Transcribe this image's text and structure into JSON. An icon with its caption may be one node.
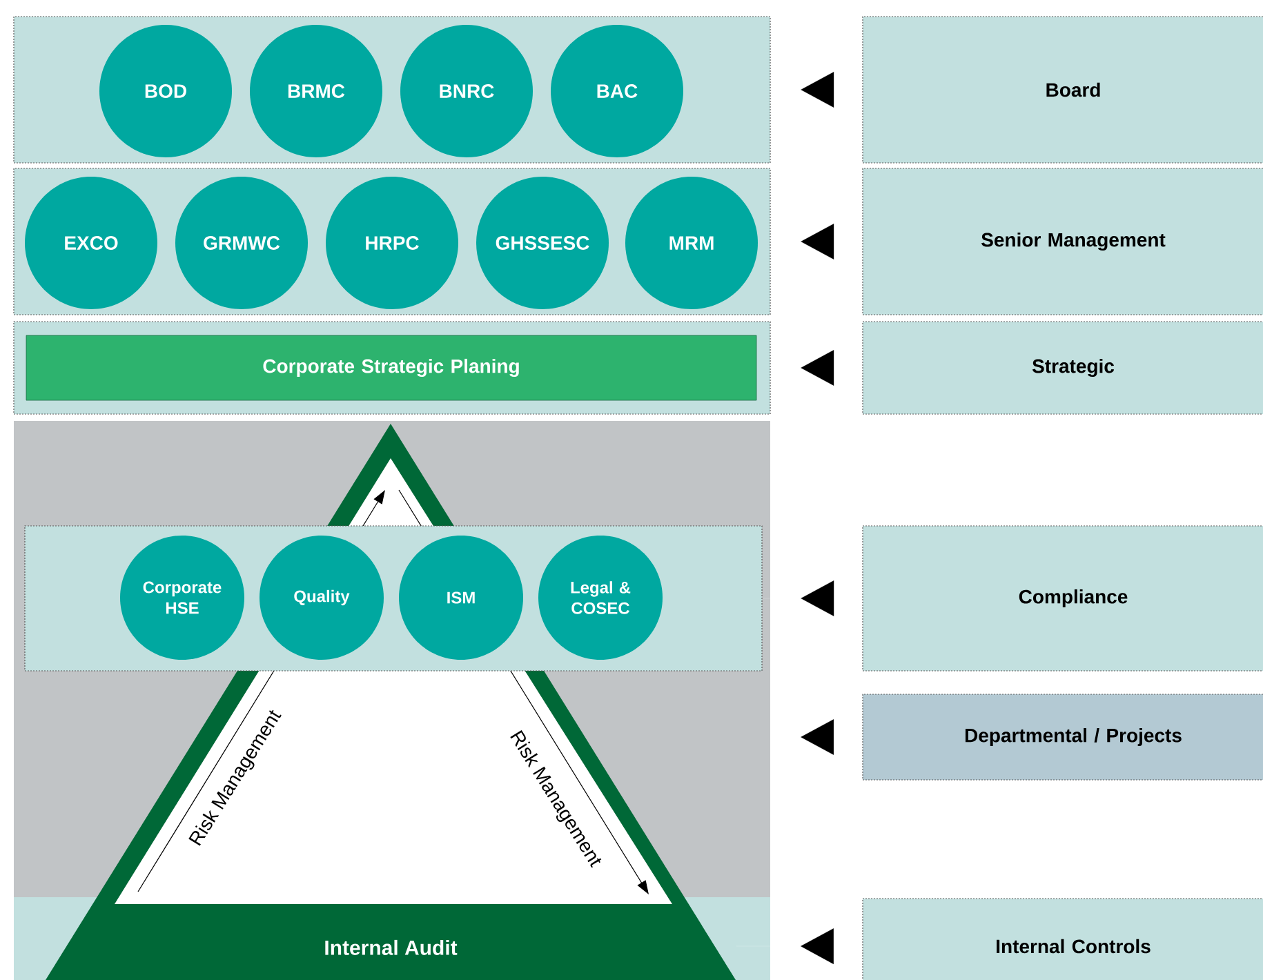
{
  "diagram": {
    "nodes": [
      {
        "text": [],
        "shape": "box"
      },
      {
        "text": [
          "BOD"
        ],
        "in": 0
      },
      {
        "text": [
          "BRMC"
        ],
        "in": 0
      },
      {
        "text": [
          "BNRC"
        ],
        "in": 0
      },
      {
        "text": [
          "BAC"
        ],
        "in": 0
      },
      {
        "text": [],
        "shape": "box"
      },
      {
        "text": [
          "EXCO"
        ],
        "in": 5
      },
      {
        "text": [
          "GRMWC"
        ],
        "in": 5
      },
      {
        "text": [
          "HRPC"
        ],
        "in": 5
      },
      {
        "text": [
          "GHSSESC"
        ],
        "in": 5
      },
      {
        "text": [
          "MRM"
        ],
        "in": 5
      },
      {
        "text": [],
        "shape": "box"
      },
      {
        "text": [
          "Corporate Strategic Planing"
        ],
        "in": 11
      },
      {
        "text": [],
        "shape": "box"
      },
      {
        "text": [
          "Internal Audit"
        ]
      },
      {
        "text": [],
        "shape": "box",
        "in": 13
      },
      {
        "text": [
          "Corporate HSE"
        ],
        "in": 15
      },
      {
        "text": [
          "Quality"
        ],
        "in": 15
      },
      {
        "text": [
          "ISM"
        ],
        "in": 15
      },
      {
        "text": [
          "Legal & COSEC"
        ],
        "in": 15
      },
      {
        "text": [
          "Board"
        ]
      },
      {
        "text": [
          "Senior Management"
        ]
      },
      {
        "text": [
          "Strategic"
        ]
      },
      {
        "text": [
          "Compliance"
        ]
      },
      {
        "text": [
          "Departmental / Projects"
        ]
      },
      {
        "text": [
          "Internal Controls"
        ]
      }
    ],
    "edges": [
      {
        "from": 20,
        "to": 0,
        "arrow": "to"
      },
      {
        "from": 21,
        "to": 5,
        "arrow": "to"
      },
      {
        "from": 22,
        "to": 11,
        "arrow": "to"
      },
      {
        "from": 23,
        "to": 15,
        "arrow": "to"
      },
      {
        "from": 24,
        "to": 13,
        "arrow": "to"
      },
      {
        "from": 25,
        "to": 14,
        "arrow": "to"
      }
    ],
    "labels": [
      "Risk Management",
      "Risk Management"
    ]
  }
}
